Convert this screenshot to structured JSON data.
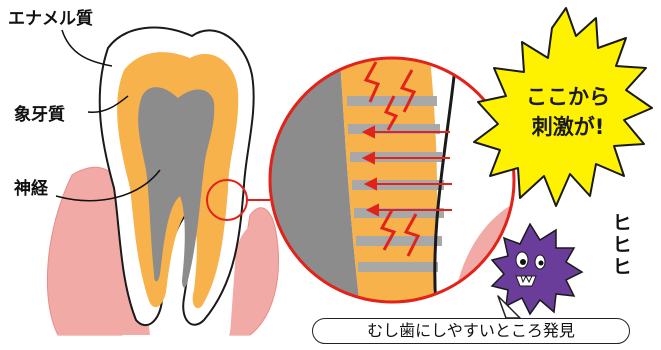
{
  "labels": {
    "enamel": "エナメル質",
    "dentin": "象牙質",
    "nerve": "神経"
  },
  "burst": {
    "line1": "ここから",
    "line2": "刺激が!"
  },
  "sound_effect": "ヒヒヒ",
  "caption": "むし歯にしやすいところ発見",
  "colors": {
    "gum": "#f2aaa6",
    "enamel": "#ffffff",
    "dentin": "#f7b24b",
    "pulp": "#8c8c8c",
    "magnify_ring": "#e2231a",
    "arrow": "#e2231a",
    "burst": "#fff200",
    "germ": "#6a3d9a"
  }
}
